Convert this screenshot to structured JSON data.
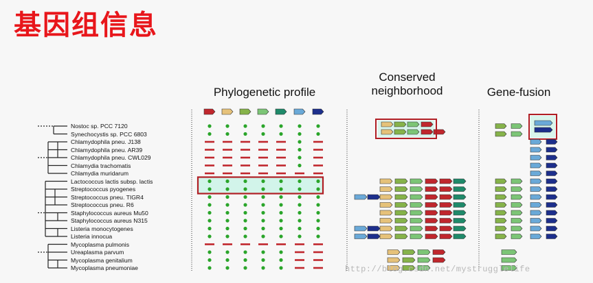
{
  "title": "基因组信息",
  "sections": {
    "phylogenetic": "Phylogenetic profile",
    "conserved_line1": "Conserved",
    "conserved_line2": "neighborhood",
    "fusion": "Gene-fusion"
  },
  "species": [
    "Nostoc sp. PCC 7120",
    "Synechocystis sp. PCC 6803",
    "Chlamydophila pneu. J138",
    "Chlamydophila pneu. AR39",
    "Chlamydophila pneu. CWL029",
    "Chlamydia trachomatis",
    "Chlamydia muridarum",
    "Lactococcus lactis subsp. lactis",
    "Streptococcus pyogenes",
    "Streptococcus pneu. TIGR4",
    "Streptococcus pneu. R6",
    "Staphylococcus aureus Mu50",
    "Staphylococcus aureus N315",
    "Listeria monocytogenes",
    "Listeria innocua",
    "Mycoplasma pulmonis",
    "Ureaplasma parvum",
    "Mycoplasma genitalium",
    "Mycoplasma pneumoniae"
  ],
  "gene_colors": [
    "#c0272d",
    "#e6c27a",
    "#86b34a",
    "#7cc576",
    "#1f8a6a",
    "#6aa9d8",
    "#1d2f8c"
  ],
  "profile": [
    [
      1,
      1,
      1,
      1,
      1,
      1,
      1
    ],
    [
      1,
      1,
      1,
      1,
      1,
      1,
      1
    ],
    [
      0,
      0,
      0,
      0,
      0,
      1,
      0
    ],
    [
      0,
      0,
      0,
      0,
      0,
      1,
      0
    ],
    [
      0,
      0,
      0,
      0,
      0,
      1,
      0
    ],
    [
      0,
      0,
      0,
      0,
      0,
      1,
      0
    ],
    [
      0,
      0,
      0,
      0,
      0,
      0,
      0
    ],
    [
      1,
      1,
      1,
      1,
      1,
      1,
      1
    ],
    [
      1,
      1,
      1,
      1,
      1,
      1,
      1
    ],
    [
      1,
      1,
      1,
      1,
      1,
      1,
      1
    ],
    [
      1,
      1,
      1,
      1,
      1,
      1,
      1
    ],
    [
      1,
      1,
      1,
      1,
      1,
      1,
      1
    ],
    [
      1,
      1,
      1,
      1,
      1,
      1,
      1
    ],
    [
      1,
      1,
      1,
      1,
      1,
      1,
      1
    ],
    [
      1,
      1,
      1,
      1,
      1,
      1,
      1
    ],
    [
      0,
      0,
      0,
      0,
      0,
      0,
      0
    ],
    [
      1,
      1,
      1,
      1,
      1,
      0,
      0
    ],
    [
      1,
      1,
      1,
      1,
      1,
      0,
      0
    ],
    [
      1,
      1,
      1,
      1,
      1,
      0,
      0
    ]
  ],
  "highlight_row": 7,
  "watermark": "http://blog.csdn.net/mystrugglelife"
}
